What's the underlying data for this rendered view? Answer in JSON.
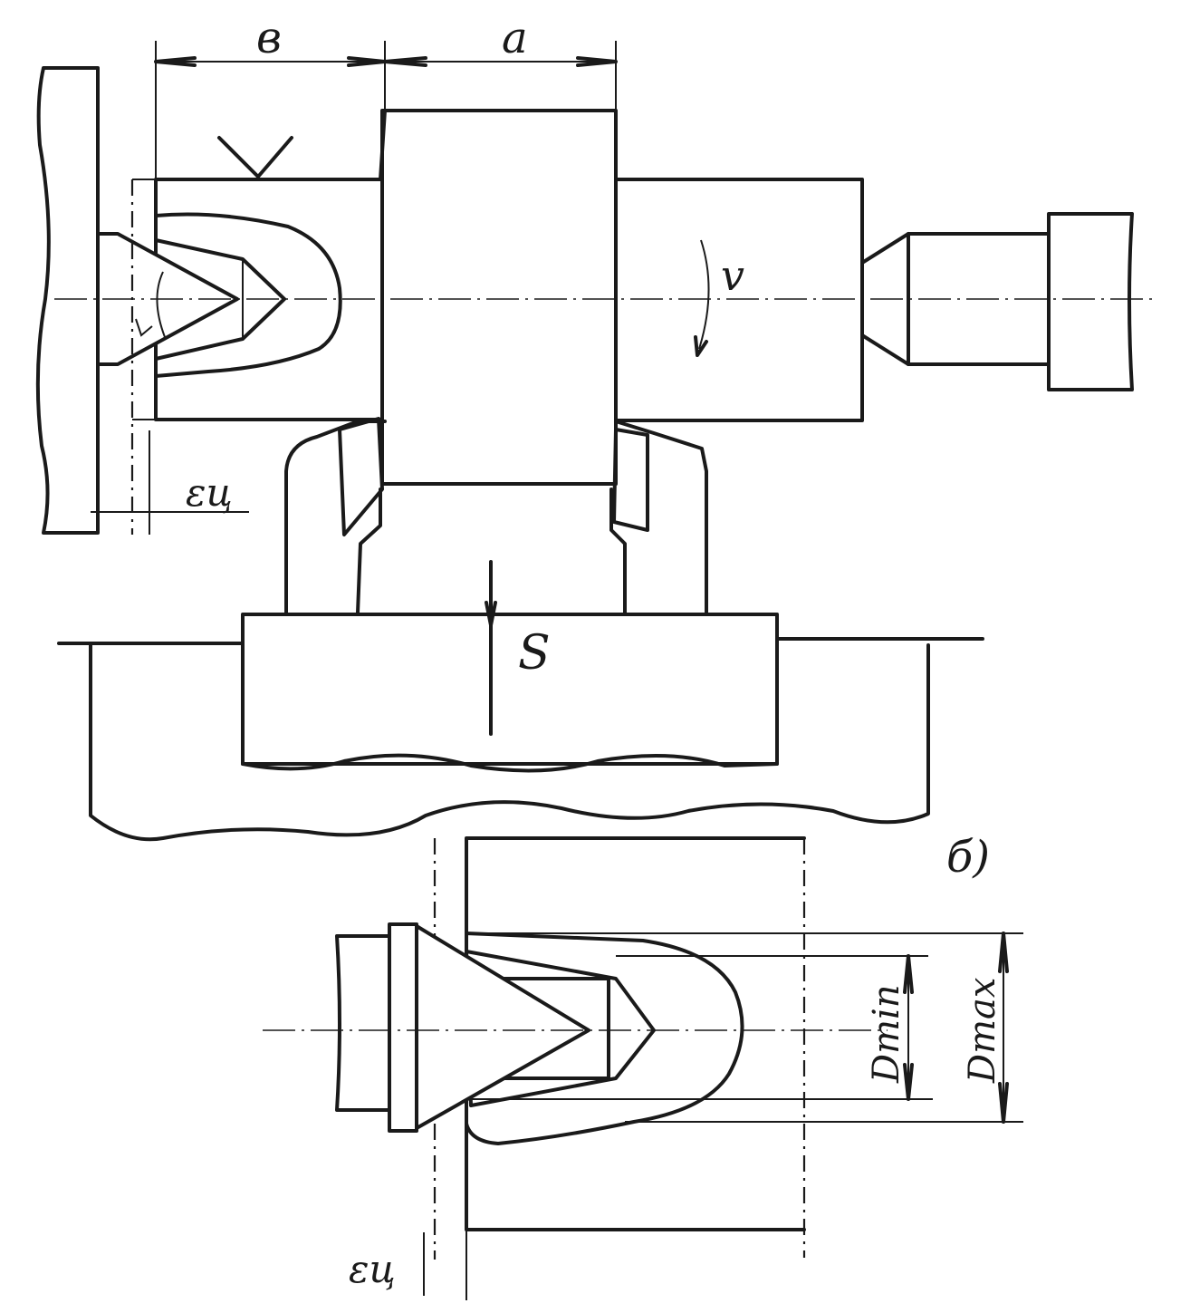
{
  "labels": {
    "dim_b": "в",
    "dim_a": "а",
    "rough_mark": "V",
    "rotation": "v",
    "feed": "S",
    "eccentricity_top": "εц",
    "view_b": "б)",
    "d_min": "Dmin",
    "d_max": "Dmax",
    "eccentricity_bottom": "εц"
  },
  "colors": {
    "ink": "#1a1a1a",
    "paper": "#ffffff"
  }
}
